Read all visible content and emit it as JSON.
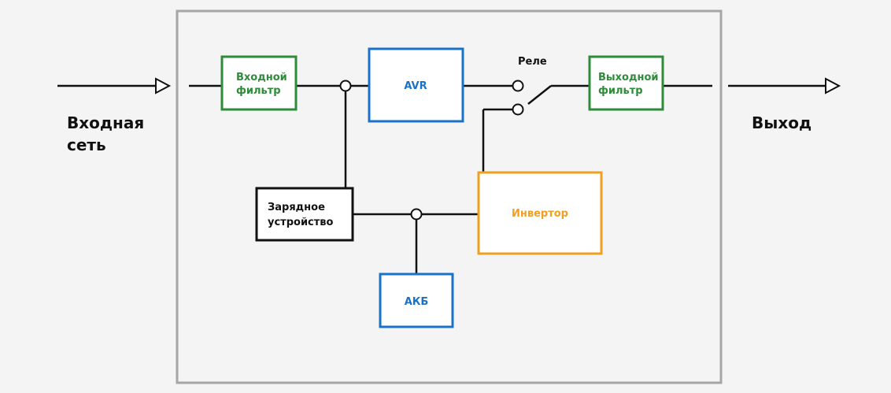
{
  "input": {
    "line1": "Входная",
    "line2": "сеть"
  },
  "output": {
    "label": "Выход"
  },
  "blocks": {
    "input_filter": {
      "line1": "Входной",
      "line2": "фильтр"
    },
    "avr": {
      "label": "AVR"
    },
    "relay": {
      "label": "Реле"
    },
    "output_filter": {
      "line1": "Выходной",
      "line2": "фильтр"
    },
    "charger": {
      "line1": "Зарядное",
      "line2": "устройство"
    },
    "inverter": {
      "label": "Инвертор"
    },
    "battery": {
      "label": "АКБ"
    }
  },
  "colors": {
    "background": "#f4f4f4",
    "frame": "#a6a6a6",
    "filter": "#2e8b3a",
    "avr_battery": "#1a72c8",
    "inverter": "#f0a020",
    "charger": "#111111",
    "wire": "#111111"
  }
}
